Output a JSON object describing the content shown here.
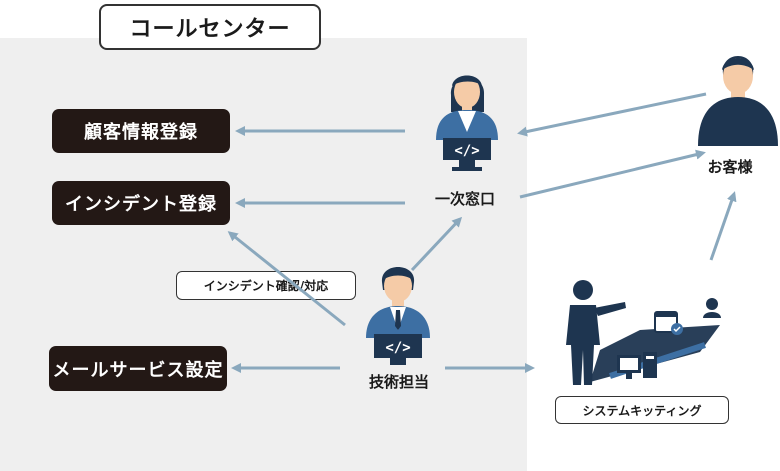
{
  "title": "コールセンター",
  "boxes": {
    "customer_info": "顧客情報登録",
    "incident_register": "インシデント登録",
    "mail_service": "メールサービス設定"
  },
  "people": {
    "first_line": "一次窓口",
    "customer": "お客様",
    "tech": "技術担当"
  },
  "tags": {
    "incident_check": "インシデント確認/対応",
    "kitting": "システムキッティング"
  },
  "colors": {
    "arrow": "#8aa8bd",
    "navy": "#1e3550",
    "skin": "#f5cba7",
    "blue": "#3d6fa3",
    "dark_box": "#231815",
    "panel": "#efefef"
  }
}
